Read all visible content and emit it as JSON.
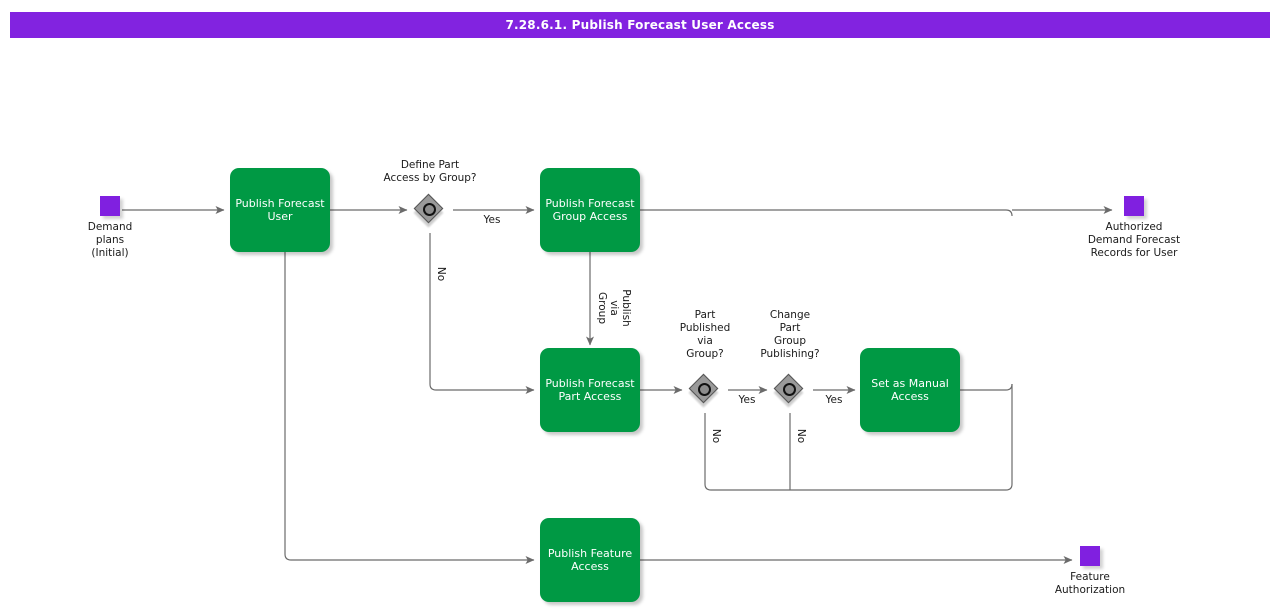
{
  "title_bar": {
    "title": "7.28.6.1. Publish Forecast User Access",
    "background_color": "#8223e0",
    "text_color": "#ffffff"
  },
  "colors": {
    "task_fill": "#009944",
    "task_text": "#ffffff",
    "event_fill": "#8020e0",
    "gateway_fill": "#9a9a9a",
    "gateway_stroke": "#555555",
    "edge_stroke": "#666666",
    "label_text": "#1a1a1a",
    "canvas_background": "#ffffff"
  },
  "diagram": {
    "type": "bpmn-flowchart",
    "events": [
      {
        "id": "start-demand-plans",
        "kind": "start",
        "label": "Demand\nplans\n(Initial)"
      },
      {
        "id": "end-authorized-records",
        "kind": "end",
        "label": "Authorized\nDemand Forecast\nRecords for User"
      },
      {
        "id": "end-feature-authorization",
        "kind": "end",
        "label": "Feature\nAuthorization"
      }
    ],
    "tasks": [
      {
        "id": "task-publish-forecast-user",
        "label": "Publish Forecast\nUser"
      },
      {
        "id": "task-publish-forecast-group-access",
        "label": "Publish Forecast\nGroup Access"
      },
      {
        "id": "task-publish-forecast-part-access",
        "label": "Publish Forecast\nPart Access"
      },
      {
        "id": "task-set-as-manual-access",
        "label": "Set as Manual\nAccess"
      },
      {
        "id": "task-publish-feature-access",
        "label": "Publish Feature\nAccess"
      }
    ],
    "gateways": [
      {
        "id": "gw-define-part-access-by-group",
        "question": "Define Part\nAccess by Group?"
      },
      {
        "id": "gw-part-published-via-group",
        "question": "Part\nPublished\nvia\nGroup?"
      },
      {
        "id": "gw-change-part-group-publishing",
        "question": "Change\nPart\nGroup\nPublishing?"
      }
    ],
    "edge_labels": {
      "define_yes": "Yes",
      "define_no": "No",
      "publish_via_group": "Publish\nvia\nGroup",
      "part_published_yes": "Yes",
      "part_published_no": "No",
      "change_group_yes": "Yes",
      "change_group_no": "No"
    }
  }
}
